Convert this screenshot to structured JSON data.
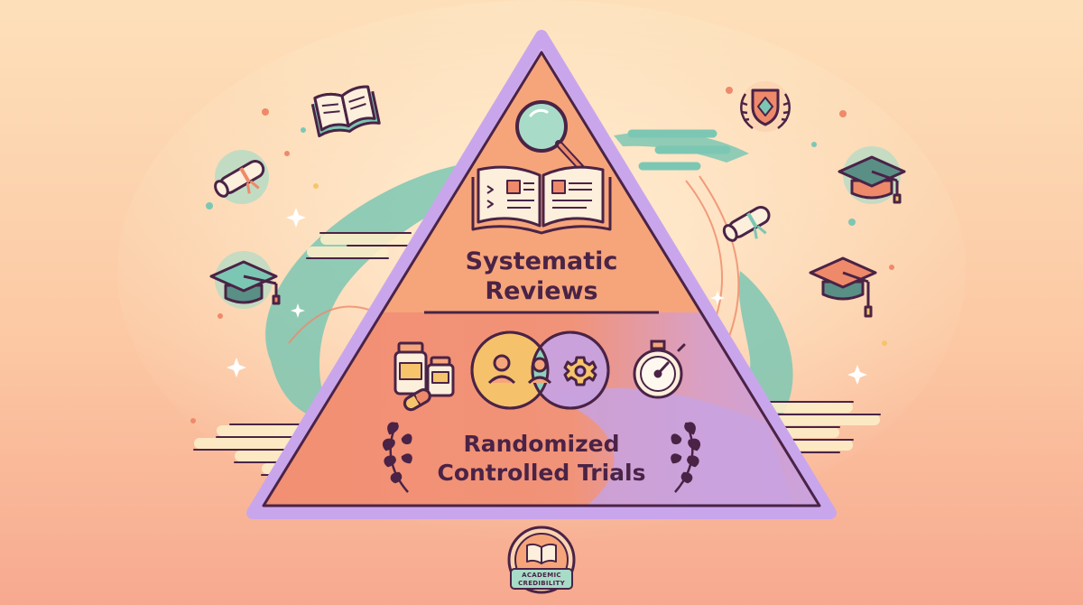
{
  "pyramid": {
    "top_tier": {
      "line1": "Systematic",
      "line2": "Reviews"
    },
    "bottom_tier": {
      "line1": "Randomized",
      "line2": "Controlled Trials"
    }
  },
  "badge": {
    "line1": "ACADEMIC",
    "line2": "CREDIBILITY"
  },
  "colors": {
    "background_top": "#fde0ba",
    "background_bottom": "#f7a98f",
    "pyramid_top": "#f6a57a",
    "pyramid_bottom": "#f28f73",
    "pyramid_bottom_right": "#c8a2e0",
    "outline": "#c9a6ec",
    "stroke": "#4a2346",
    "accent_teal": "#7cc7b3"
  },
  "icons": [
    "open-book-icon",
    "magnifier-icon",
    "diploma-scroll-icon",
    "graduation-cap-icon",
    "crest-laurel-icon",
    "medicine-bottles-icon",
    "venn-people-icon",
    "gear-icon",
    "stopwatch-icon",
    "laurel-icon"
  ]
}
